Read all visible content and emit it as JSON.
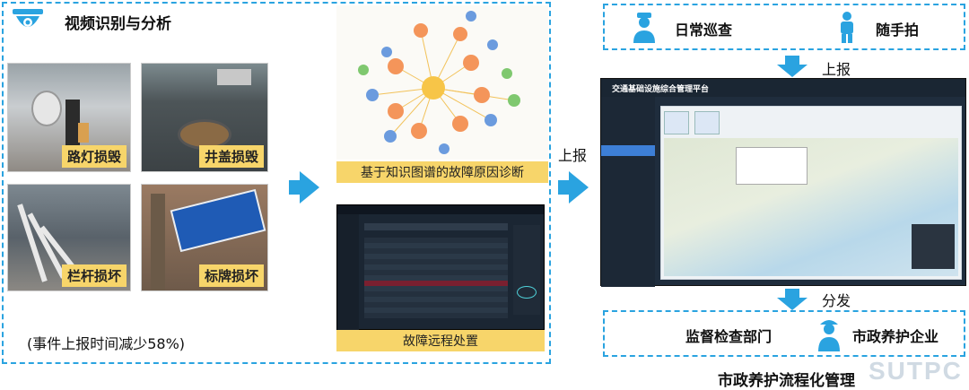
{
  "left": {
    "title": "视频识别与分析",
    "photos": [
      "路灯损毁",
      "井盖损毁",
      "栏杆损坏",
      "标牌损坏"
    ],
    "note": "(事件上报时间减少58%)"
  },
  "center": {
    "kg_label": "基于知识图谱的故障原因诊断",
    "remote_label": "故障远程处置"
  },
  "flow": {
    "report_1": "上报",
    "report_2": "上报",
    "dispatch": "分发"
  },
  "right": {
    "patrol": "日常巡查",
    "snapshot": "随手拍",
    "platform_title": "交通基础设施综合管理平台",
    "dept": "监督检查部门",
    "company": "市政养护企业",
    "caption": "市政养护流程化管理"
  },
  "colors": {
    "accent": "#2aa3e0",
    "label_yellow": "#f7d56a",
    "dark_panel": "#1f2d3d"
  },
  "watermark": "SUTPC"
}
